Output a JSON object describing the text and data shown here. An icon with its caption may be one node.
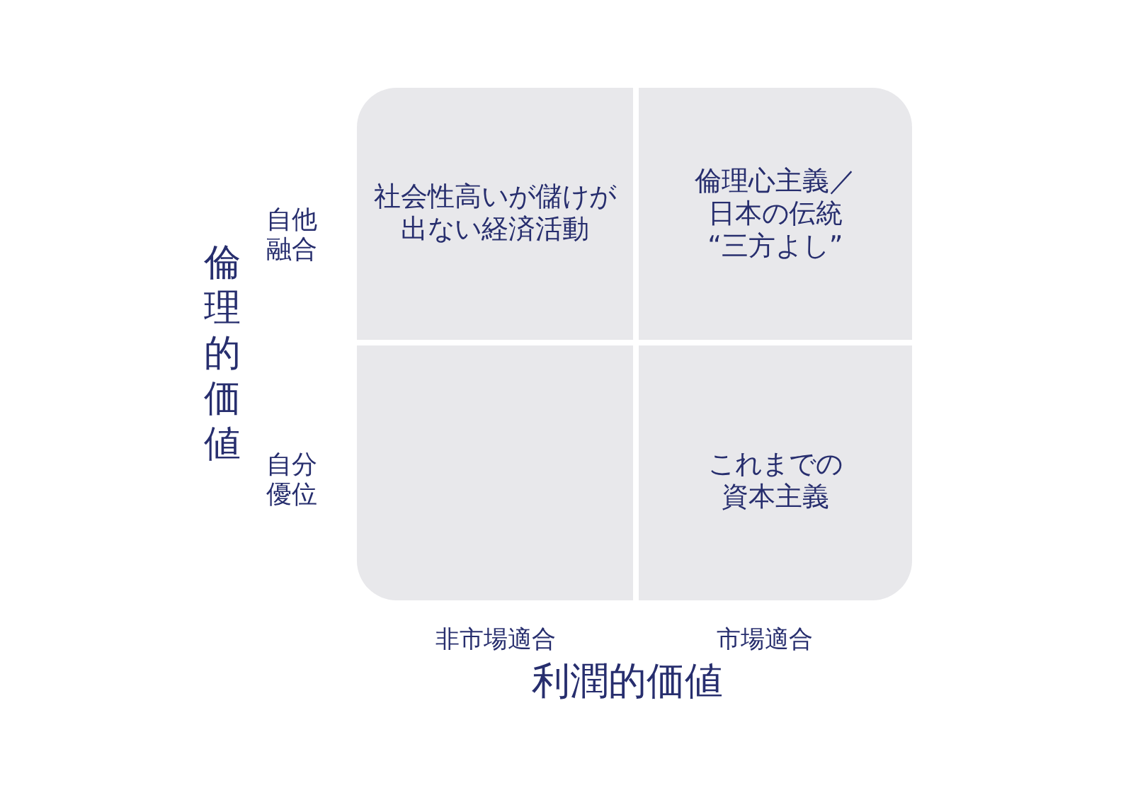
{
  "diagram": {
    "nodes": [
      {
        "text": [
          "社会性高いが儲けが出ない経済活動"
        ]
      },
      {
        "text": [
          "倫理心主義／日本の伝統“三方よし”"
        ]
      },
      {
        "text": [],
        "shape": "box"
      },
      {
        "text": [
          "これまでの資本主義"
        ]
      }
    ],
    "labels": [
      "倫理的価値",
      "自他融合",
      "自分優位",
      "非市場適合",
      "市場適合",
      "利潤的価値"
    ]
  }
}
